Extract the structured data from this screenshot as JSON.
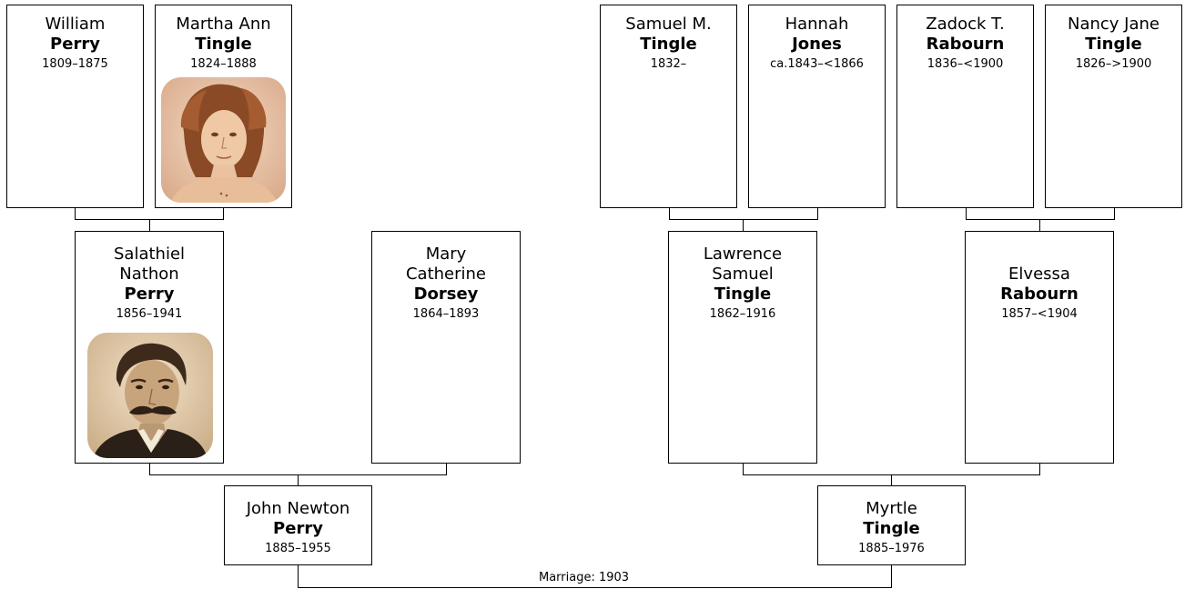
{
  "people": {
    "william": {
      "given": [
        "William"
      ],
      "surname": "Perry",
      "dates": "1809–1875"
    },
    "martha": {
      "given": [
        "Martha Ann"
      ],
      "surname": "Tingle",
      "dates": "1824–1888",
      "photo": "portrait-woman-sepia"
    },
    "samuelm": {
      "given": [
        "Samuel M."
      ],
      "surname": "Tingle",
      "dates": "1832–"
    },
    "hannah": {
      "given": [
        "Hannah"
      ],
      "surname": "Jones",
      "dates": "ca.1843–<1866"
    },
    "zadock": {
      "given": [
        "Zadock T."
      ],
      "surname": "Rabourn",
      "dates": "1836–<1900"
    },
    "nancy": {
      "given": [
        "Nancy Jane"
      ],
      "surname": "Tingle",
      "dates": "1826–>1900"
    },
    "salathiel": {
      "given": [
        "Salathiel",
        "Nathon"
      ],
      "surname": "Perry",
      "dates": "1856–1941",
      "photo": "portrait-man-mustache-sepia"
    },
    "mary": {
      "given": [
        "Mary",
        "Catherine"
      ],
      "surname": "Dorsey",
      "dates": "1864–1893"
    },
    "lawrence": {
      "given": [
        "Lawrence",
        "Samuel"
      ],
      "surname": "Tingle",
      "dates": "1862–1916"
    },
    "elvessa": {
      "given": [
        "Elvessa"
      ],
      "surname": "Rabourn",
      "dates": "1857–<1904"
    },
    "john": {
      "given": [
        "John Newton"
      ],
      "surname": "Perry",
      "dates": "1885–1955"
    },
    "myrtle": {
      "given": [
        "Myrtle"
      ],
      "surname": "Tingle",
      "dates": "1885–1976"
    }
  },
  "marriage": {
    "label": "Marriage: 1903"
  },
  "colors": {
    "line": "#000000",
    "box_border": "#000000",
    "sepia_light": "#e8c9a8",
    "sepia_dark": "#5a3a22"
  }
}
